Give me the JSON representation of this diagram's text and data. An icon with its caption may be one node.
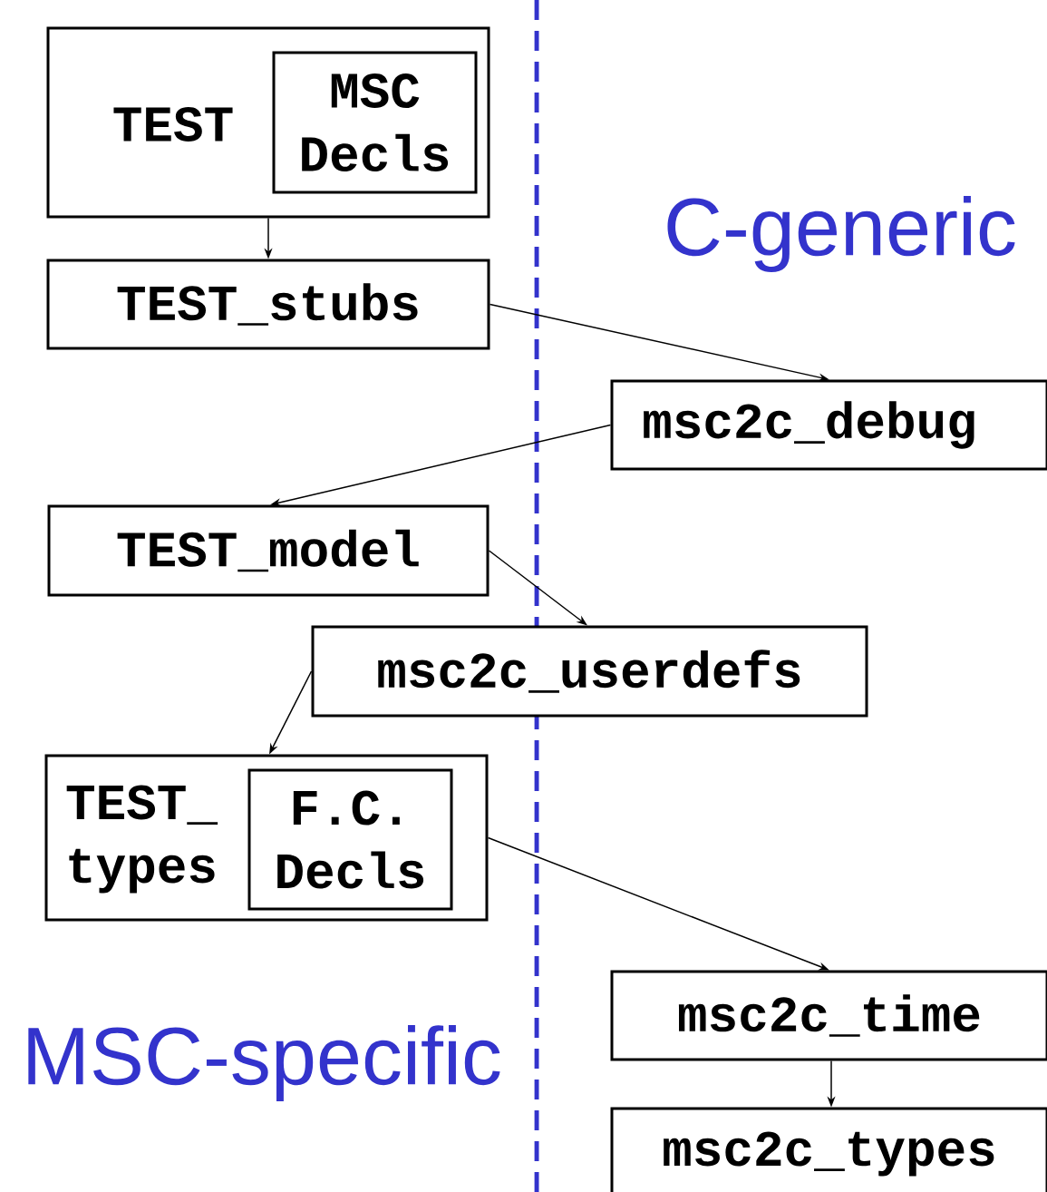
{
  "diagram": {
    "nodes": [
      {
        "text": [
          "TEST"
        ]
      },
      {
        "text": [
          "MSC Decls"
        ],
        "in": 0
      },
      {
        "text": [
          "TEST_stubs"
        ]
      },
      {
        "text": [
          "msc2c_debug"
        ]
      },
      {
        "text": [
          "TEST_model"
        ]
      },
      {
        "text": [
          "msc2c_userdefs"
        ]
      },
      {
        "text": [
          "TEST_ types"
        ]
      },
      {
        "text": [
          "F.C. Decls"
        ],
        "in": 6
      },
      {
        "text": [
          "msc2c_time"
        ]
      },
      {
        "text": [
          "msc2c_types"
        ]
      }
    ],
    "edges": [
      {
        "from": 0,
        "to": 2,
        "arrow": "to"
      },
      {
        "from": 2,
        "to": 3,
        "arrow": "to"
      },
      {
        "from": 3,
        "to": 4,
        "arrow": "to"
      },
      {
        "from": 4,
        "to": 5,
        "arrow": "to"
      },
      {
        "from": 5,
        "to": 6,
        "arrow": "to"
      },
      {
        "from": 6,
        "to": 8,
        "arrow": "to"
      },
      {
        "from": 8,
        "to": 9,
        "arrow": "to"
      }
    ],
    "labels": [
      "C-generic",
      "MSC-specific"
    ]
  }
}
